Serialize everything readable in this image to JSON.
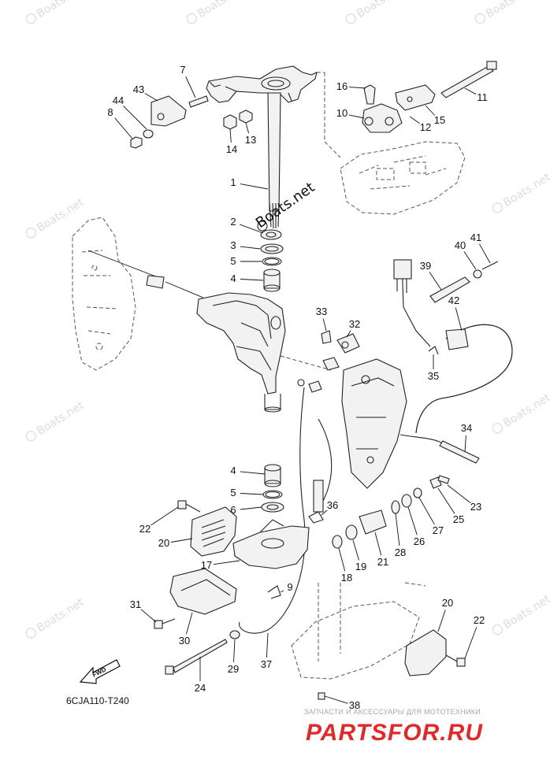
{
  "diagram": {
    "code": "6CJA110-T240",
    "fwd_label": "FWD",
    "watermark": "Boats.net",
    "inline_watermark": "Boats.net",
    "banner_subtitle": "ЗАПЧАСТИ И АКСЕССУАРЫ ДЛЯ МОТОТЕХНИКИ",
    "banner_title": "PARTSFOR.RU"
  },
  "callouts": [
    {
      "id": "c1",
      "num": "1"
    },
    {
      "id": "c2",
      "num": "2"
    },
    {
      "id": "c3",
      "num": "3"
    },
    {
      "id": "c4a",
      "num": "4"
    },
    {
      "id": "c4b",
      "num": "4"
    },
    {
      "id": "c5a",
      "num": "5"
    },
    {
      "id": "c5b",
      "num": "5"
    },
    {
      "id": "c6",
      "num": "6"
    },
    {
      "id": "c7",
      "num": "7"
    },
    {
      "id": "c8",
      "num": "8"
    },
    {
      "id": "c9",
      "num": "9"
    },
    {
      "id": "c10",
      "num": "10"
    },
    {
      "id": "c11",
      "num": "11"
    },
    {
      "id": "c12",
      "num": "12"
    },
    {
      "id": "c13",
      "num": "13"
    },
    {
      "id": "c14",
      "num": "14"
    },
    {
      "id": "c15",
      "num": "15"
    },
    {
      "id": "c16",
      "num": "16"
    },
    {
      "id": "c17",
      "num": "17"
    },
    {
      "id": "c18",
      "num": "18"
    },
    {
      "id": "c19",
      "num": "19"
    },
    {
      "id": "c20a",
      "num": "20"
    },
    {
      "id": "c20b",
      "num": "20"
    },
    {
      "id": "c21",
      "num": "21"
    },
    {
      "id": "c22a",
      "num": "22"
    },
    {
      "id": "c22b",
      "num": "22"
    },
    {
      "id": "c23",
      "num": "23"
    },
    {
      "id": "c24",
      "num": "24"
    },
    {
      "id": "c25",
      "num": "25"
    },
    {
      "id": "c26",
      "num": "26"
    },
    {
      "id": "c27",
      "num": "27"
    },
    {
      "id": "c28",
      "num": "28"
    },
    {
      "id": "c29",
      "num": "29"
    },
    {
      "id": "c30",
      "num": "30"
    },
    {
      "id": "c31",
      "num": "31"
    },
    {
      "id": "c32",
      "num": "32"
    },
    {
      "id": "c33",
      "num": "33"
    },
    {
      "id": "c34",
      "num": "34"
    },
    {
      "id": "c35",
      "num": "35"
    },
    {
      "id": "c36",
      "num": "36"
    },
    {
      "id": "c37",
      "num": "37"
    },
    {
      "id": "c38",
      "num": "38"
    },
    {
      "id": "c39",
      "num": "39"
    },
    {
      "id": "c40",
      "num": "40"
    },
    {
      "id": "c41",
      "num": "41"
    },
    {
      "id": "c42",
      "num": "42"
    },
    {
      "id": "c43",
      "num": "43"
    },
    {
      "id": "c44",
      "num": "44"
    }
  ]
}
